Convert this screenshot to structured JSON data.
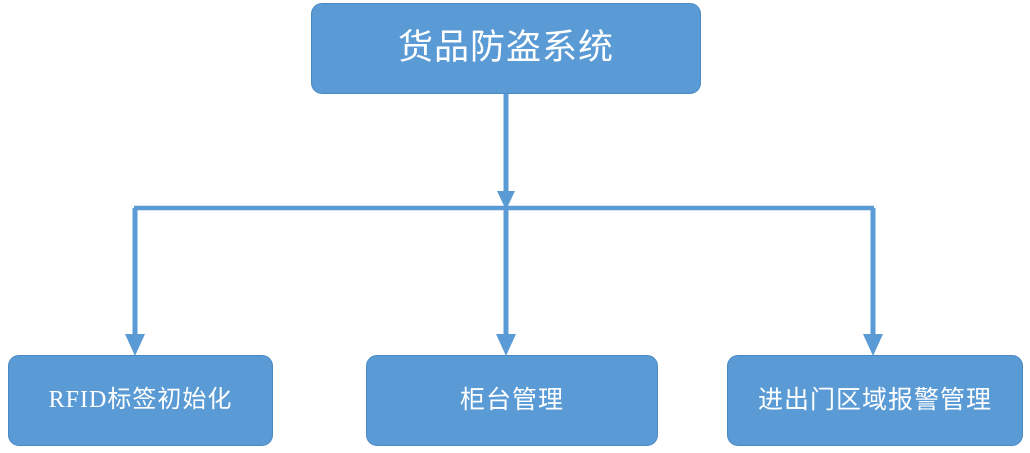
{
  "diagram": {
    "type": "tree-hierarchy",
    "title_node": {
      "id": "root",
      "label": "货品防盗系统"
    },
    "children": [
      {
        "id": "rfid",
        "label": "RFID标签初始化"
      },
      {
        "id": "counter",
        "label": "柜台管理"
      },
      {
        "id": "gate",
        "label": "进出门区域报警管理"
      }
    ],
    "colors": {
      "node_fill": "#5B9BD5",
      "node_border": "#4A8AC4",
      "node_text": "#FFFFFF",
      "connector": "#5B9BD5",
      "background": "#FFFFFF"
    },
    "connectors": [
      {
        "from": "root",
        "to": "bus",
        "arrow": true
      },
      {
        "from": "bus",
        "to": "rfid",
        "arrow": true
      },
      {
        "from": "bus",
        "to": "counter",
        "arrow": true
      },
      {
        "from": "bus",
        "to": "gate",
        "arrow": true
      }
    ]
  }
}
